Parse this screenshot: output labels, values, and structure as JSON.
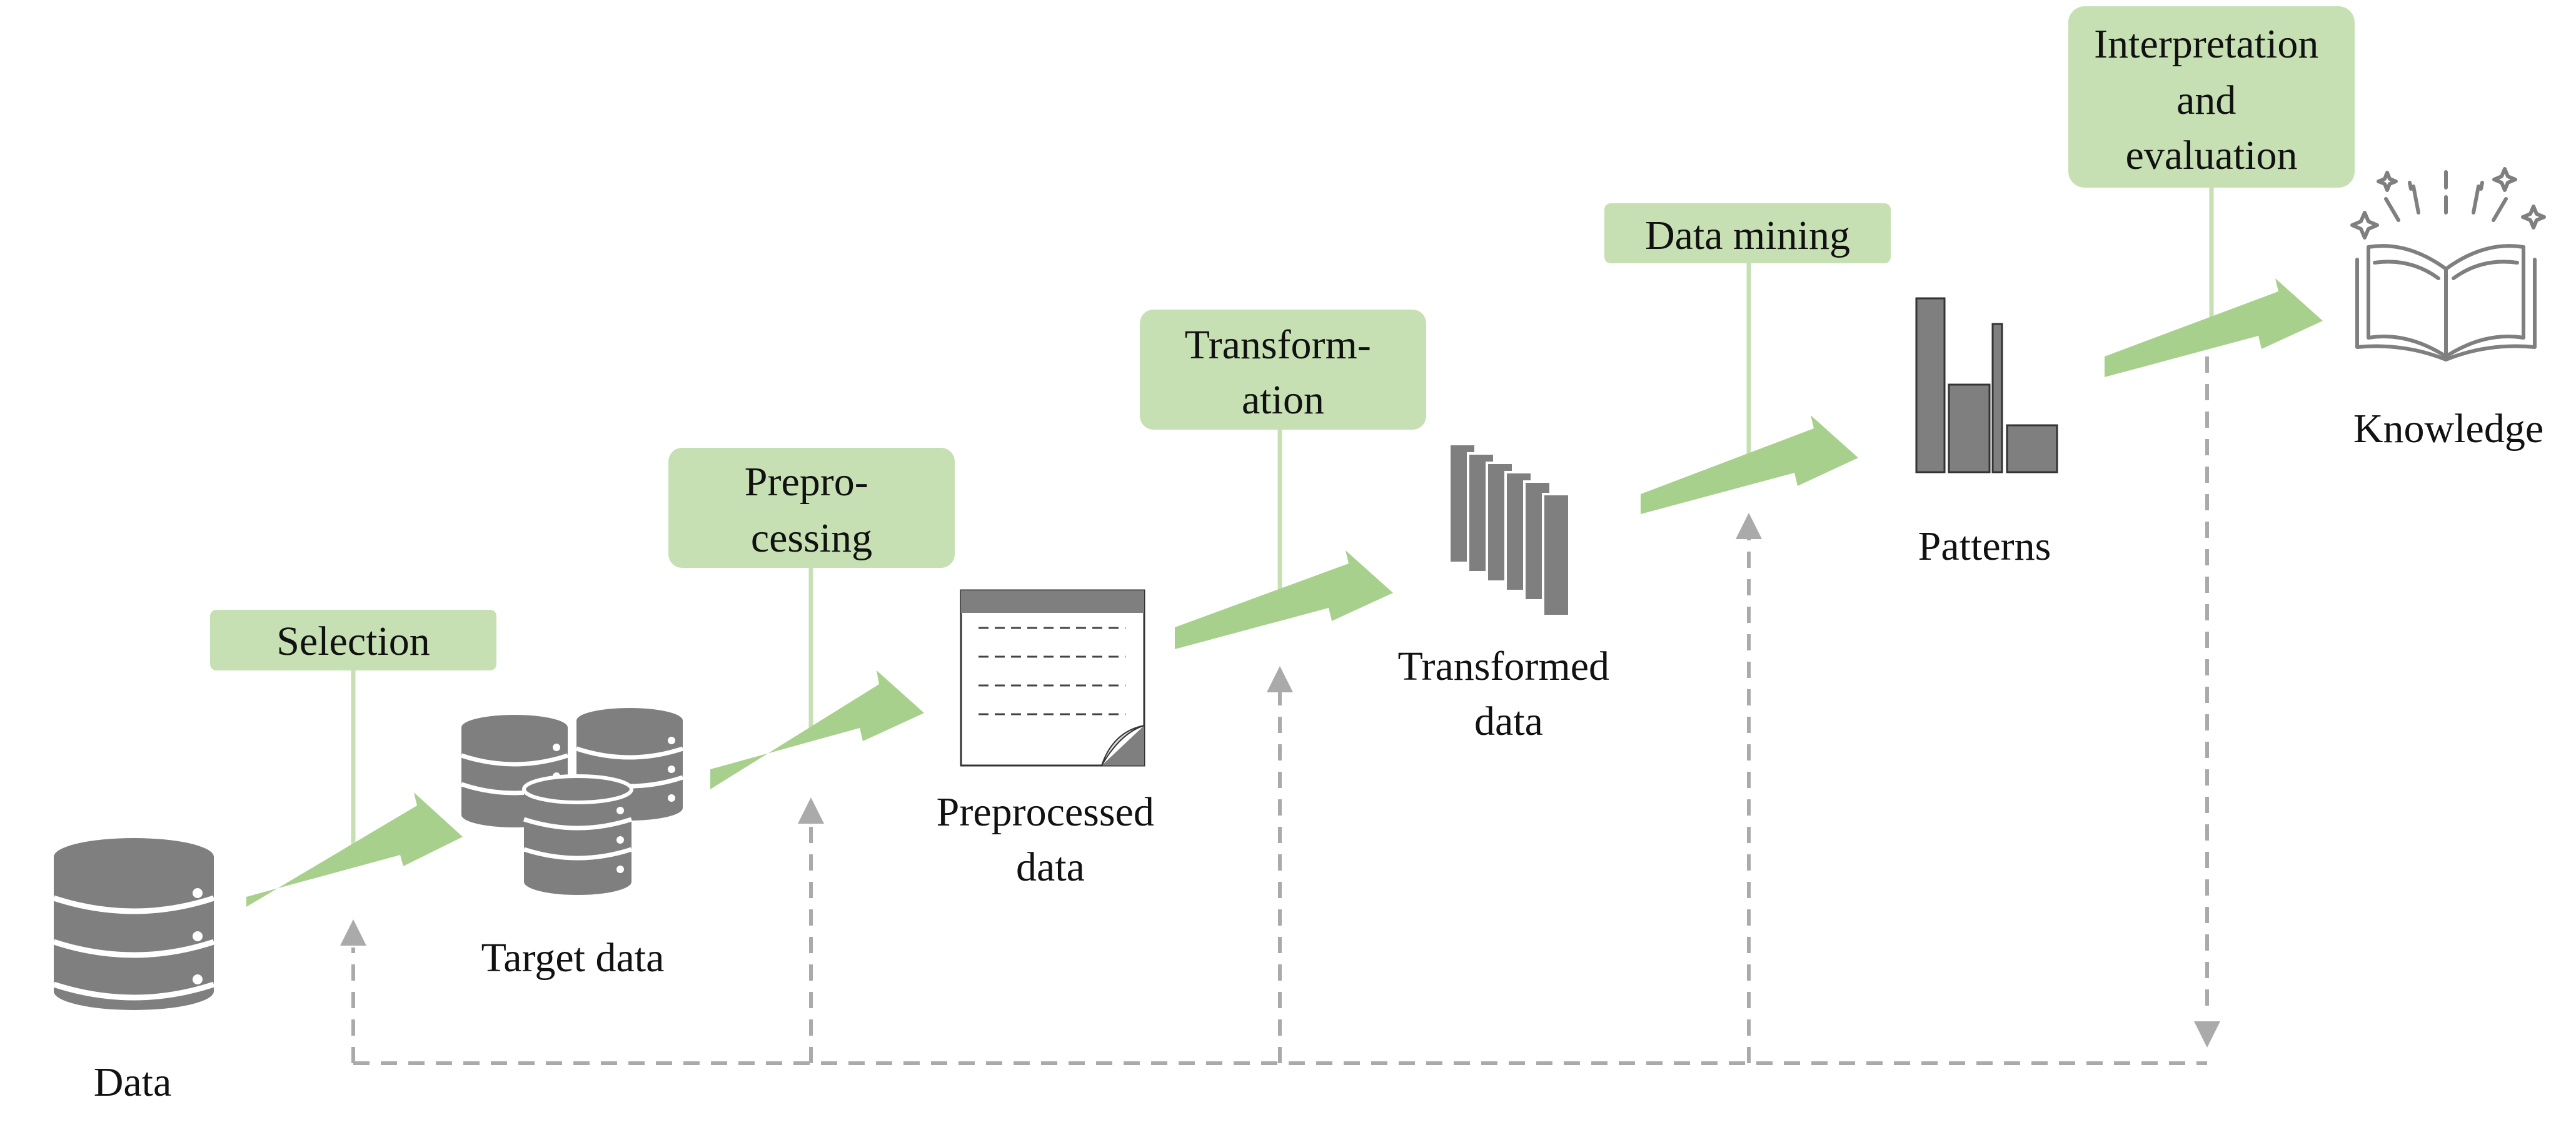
{
  "colors": {
    "step_box_fill": "#c6e0b4",
    "flow_arrow": "#a8d08d",
    "connector_line": "#c6e0b4",
    "icon_gray": "#7f7f7f",
    "feedback_dashed": "#aaaaaa",
    "text": "#111111"
  },
  "steps": {
    "selection": {
      "lines": [
        "Selection"
      ]
    },
    "preprocessing": {
      "lines": [
        "Prepro-",
        "cessing"
      ]
    },
    "transformation": {
      "lines": [
        "Transform-",
        "ation"
      ]
    },
    "data_mining": {
      "lines": [
        "Data mining"
      ]
    },
    "interpretation": {
      "lines": [
        "Interpretation",
        "and",
        "evaluation"
      ]
    }
  },
  "artifacts": {
    "data": {
      "lines": [
        "Data"
      ],
      "icon": "database-icon"
    },
    "target_data": {
      "lines": [
        "Target data"
      ],
      "icon": "databases-icon"
    },
    "preprocessed_data": {
      "lines": [
        "Preprocessed",
        "data"
      ],
      "icon": "document-icon"
    },
    "transformed_data": {
      "lines": [
        "Transformed",
        "data"
      ],
      "icon": "stacked-pages-icon"
    },
    "patterns": {
      "lines": [
        "Patterns"
      ],
      "icon": "bar-chart-icon"
    },
    "knowledge": {
      "lines": [
        "Knowledge"
      ],
      "icon": "open-book-icon"
    }
  }
}
